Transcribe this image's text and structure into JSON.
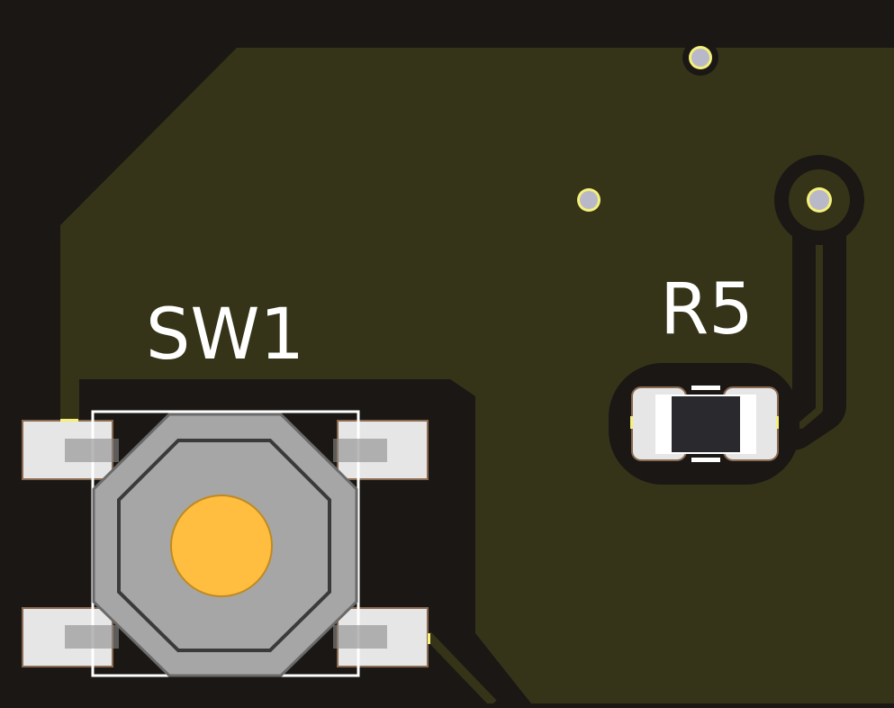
{
  "board": {
    "colors": {
      "background": "#1a1714",
      "copper_pour": "#353418",
      "keepout": "#1a1714",
      "pad_white": "#e6e6e6",
      "pad_outline": "#8a6a50",
      "silkscreen": "#ffffff",
      "via_ring": "#f4f07a",
      "via_hole": "#b8b8c8",
      "button_body": "#a6a6a6",
      "button_edge": "#3a3a3a",
      "button_cap": "#ffbe40",
      "resistor_body": "#2a2a2e"
    }
  },
  "components": {
    "switch": {
      "designator": "SW1"
    },
    "resistor": {
      "designator": "R5"
    }
  },
  "vias": [
    {
      "id": "via-1"
    },
    {
      "id": "via-2"
    },
    {
      "id": "via-3"
    }
  ]
}
